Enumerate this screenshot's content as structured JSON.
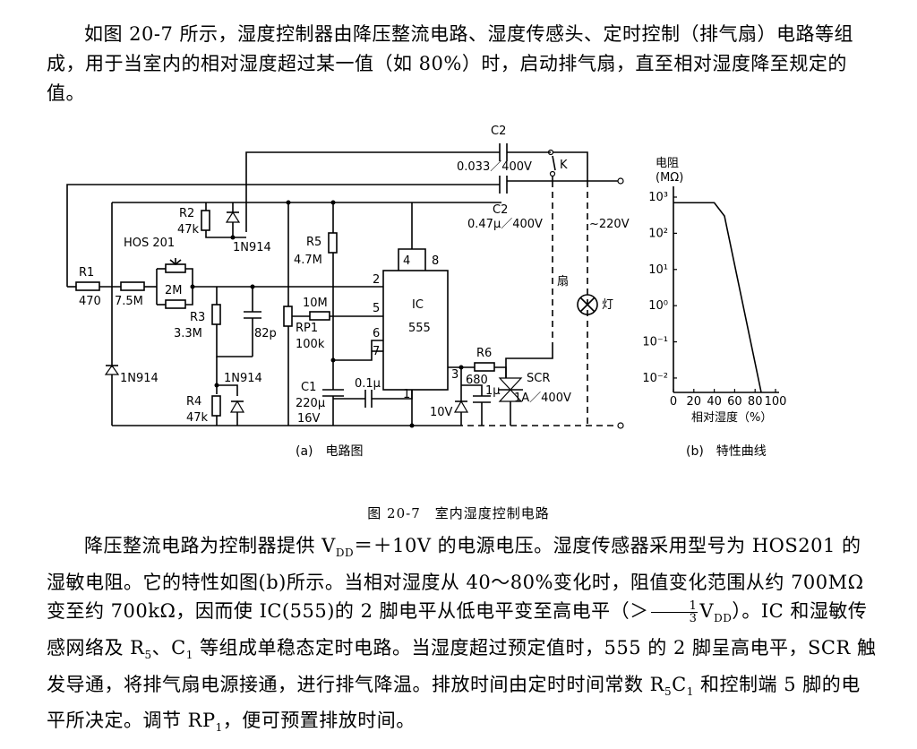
{
  "intro": {
    "text": "如图 20-7 所示，湿度控制器由降压整流电路、湿度传感头、定时控制（排气扇）电路等组成，用于当室内的相对湿度超过某一值（如 80%）时，启动排气扇，直至相对湿度降至规定的值。"
  },
  "figure": {
    "caption": "图 20-7　室内湿度控制电路",
    "sub_a": "(a)　电路图",
    "sub_b": "(b)　特性曲线",
    "circuit_labels": {
      "c2_top_name": "C2",
      "c2_top_value": "0.033／400V",
      "k": "K",
      "c2_mid_name": "C2",
      "c2_mid_value": "0.47μ／400V",
      "ac": "~220V",
      "r2_name": "R2",
      "r2_value": "47k",
      "d_top": "1N914",
      "hos": "HOS 201",
      "r1_name": "R1",
      "r1_value": "470",
      "r_75m": "7.5M",
      "r_2m": "2M",
      "r3_name": "R3",
      "r3_value": "3.3M",
      "c_82p": "82p",
      "d_left": "1N914",
      "d_bottom": "1N914",
      "r4_name": "R4",
      "r4_value": "47k",
      "r5_name": "R5",
      "r5_value": "4.7M",
      "r_10m": "10M",
      "rp1_name": "RP1",
      "rp1_value": "100k",
      "c1_name": "C1",
      "c1_value": "220μ",
      "c1_volt": "16V",
      "c_01": "0.1μ",
      "ic_name": "IC",
      "ic_type": "555",
      "pin2": "2",
      "pin4": "4",
      "pin8": "8",
      "pin5": "5",
      "pin6": "6",
      "pin7": "7",
      "pin3": "3",
      "pin1": "1",
      "r6_name": "R6",
      "r6_value": "680",
      "scr": "SCR",
      "scr_rating": "1A／400V",
      "zener": "10V",
      "c_1u": "1μ",
      "fan": "扇",
      "lamp": "灯"
    }
  },
  "chart_data": {
    "type": "line",
    "ylabel": "电阻",
    "ylabel_unit": "(MΩ)",
    "xlabel": "相对湿度（%）",
    "y_scale": "log",
    "ylim": [
      0.004,
      1000
    ],
    "xlim": [
      0,
      100
    ],
    "x_ticks": [
      "0",
      "20",
      "40",
      "60",
      "80",
      "100"
    ],
    "y_ticks": [
      "10³",
      "10²",
      "10¹",
      "10⁰",
      "10⁻¹",
      "10⁻²"
    ],
    "series": [
      {
        "x": [
          0,
          40,
          50,
          86
        ],
        "y": [
          700,
          700,
          300,
          0.004
        ]
      }
    ]
  },
  "body": {
    "p2_a": "降压整流电路为控制器提供 V",
    "p2_a_sub": "DD",
    "p2_b": "＝＋10V 的电源电压。湿度传感器采用型号为 HOS201 的湿敏电阻。它的特性如图(b)所示。当相对湿度从 40～80%变化时，阻值变化范围从约 700MΩ 变至约 700kΩ，因而使 IC(555)的 2 脚电平从低电平变至高电平（＞",
    "frac_num": "1",
    "frac_den": "3",
    "p2_c": "V",
    "p2_c_sub": "DD",
    "p2_d": "）。IC 和湿敏传感网络及 R",
    "p2_d_sub": "5",
    "p2_e": "、C",
    "p2_e_sub": "1",
    "p2_f": " 等组成单稳态定时电路。当湿度超过预定值时，555 的 2 脚呈高电平，SCR 触发导通，将排气扇电源接通，进行排气降温。排放时间由定时时间常数 R",
    "p2_f_sub": "5",
    "p2_g": "C",
    "p2_g_sub": "1",
    "p2_h": " 和控制端 5 脚的电平所决定。调节 RP",
    "p2_h_sub": "1",
    "p2_i": "，便可预置排放时间。"
  }
}
